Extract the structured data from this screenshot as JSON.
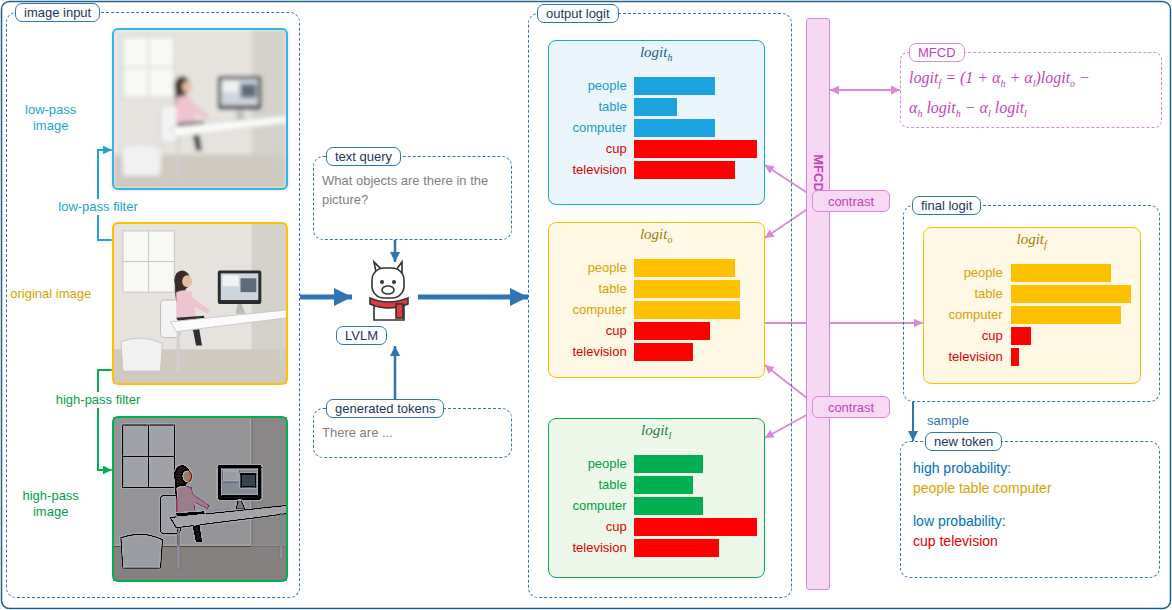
{
  "diagram": {
    "nodes": [
      {
        "text": [
          "image input"
        ]
      },
      {
        "text": [
          "low-pass image"
        ],
        "in": 0
      },
      {
        "text": [
          "original image"
        ],
        "in": 0
      },
      {
        "text": [
          "high-pass image"
        ],
        "in": 0
      },
      {
        "text": [
          "text query",
          "What objects are there in the picture?"
        ]
      },
      {
        "text": [
          "LVLM"
        ]
      },
      {
        "text": [
          "generated tokens",
          "There are ..."
        ]
      },
      {
        "text": [
          "output logit"
        ]
      },
      {
        "text": [
          "logit",
          "h",
          "people",
          "table",
          "computer",
          "cup",
          "television"
        ],
        "in": 7
      },
      {
        "text": [
          "logit",
          "o",
          "people",
          "table",
          "computer",
          "cup",
          "television"
        ],
        "in": 7
      },
      {
        "text": [
          "logit",
          "l",
          "people",
          "table",
          "computer",
          "cup",
          "television"
        ],
        "in": 7
      },
      {
        "text": [
          "MFCD"
        ]
      },
      {
        "text": [
          "contrast"
        ]
      },
      {
        "text": [
          "contrast"
        ]
      },
      {
        "text": [
          "MFCD",
          "logit",
          "f",
          "= (1 + α",
          "h",
          "+ α",
          "l",
          ")logit",
          "o",
          "−",
          "α",
          "h",
          "logit",
          "h",
          "− α",
          "l",
          "logit",
          "l"
        ]
      },
      {
        "text": [
          "final logit"
        ]
      },
      {
        "text": [
          "logit",
          "f",
          "people",
          "table",
          "computer",
          "cup",
          "television"
        ],
        "in": 15
      },
      {
        "text": [
          "new token",
          "high probability:",
          "people table computer",
          "low probability:",
          "cup television"
        ]
      }
    ],
    "edges": [
      {
        "from": 2,
        "to": 1,
        "arrow": "to",
        "label": "low-pass filter"
      },
      {
        "from": 2,
        "to": 3,
        "arrow": "to",
        "label": "high-pass filter"
      },
      {
        "from": 0,
        "to": 5,
        "arrow": "to"
      },
      {
        "from": 4,
        "to": 5,
        "arrow": "to"
      },
      {
        "from": 6,
        "to": 5,
        "arrow": "to"
      },
      {
        "from": 5,
        "to": 7,
        "arrow": "to"
      },
      {
        "from": 12,
        "to": 8,
        "arrow": "to"
      },
      {
        "from": 12,
        "to": 9,
        "arrow": "to"
      },
      {
        "from": 13,
        "to": 9,
        "arrow": "to"
      },
      {
        "from": 13,
        "to": 10,
        "arrow": "to"
      },
      {
        "from": 11,
        "to": 14,
        "arrow": "both"
      },
      {
        "from": 9,
        "to": 16,
        "arrow": "to"
      },
      {
        "from": 15,
        "to": 17,
        "arrow": "to",
        "label": "sample"
      }
    ]
  }
}
